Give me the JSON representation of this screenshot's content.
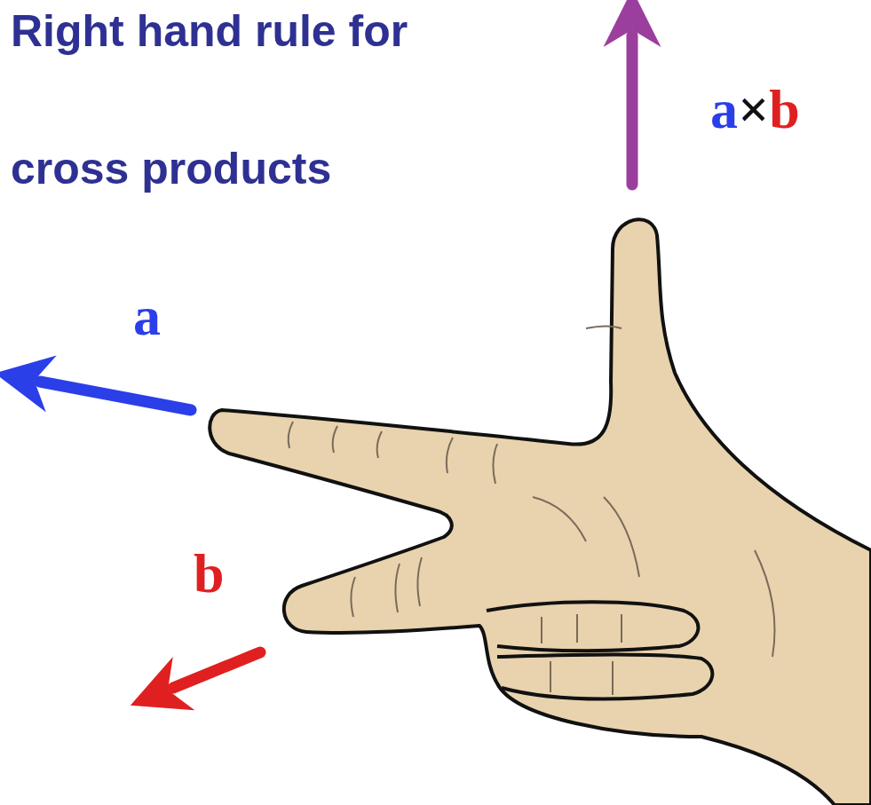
{
  "diagram": {
    "title": "Right hand rule for cross products",
    "labels": [
      "a",
      "b",
      "a×b"
    ]
  }
}
